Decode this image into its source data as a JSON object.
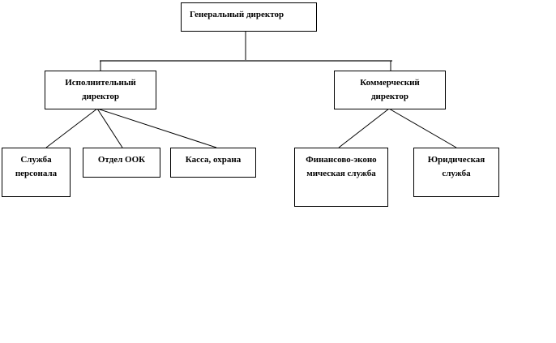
{
  "nodes": {
    "ceo": "Генеральный директор",
    "exec": "Исполнительный директор",
    "commercial": "Коммерческий директор",
    "hr": "Служба персонала",
    "ook": "Отдел ООК",
    "cash": "Касса, охрана",
    "finance": "Финансово-экономическая служба",
    "legal": "Юридическая служба"
  }
}
